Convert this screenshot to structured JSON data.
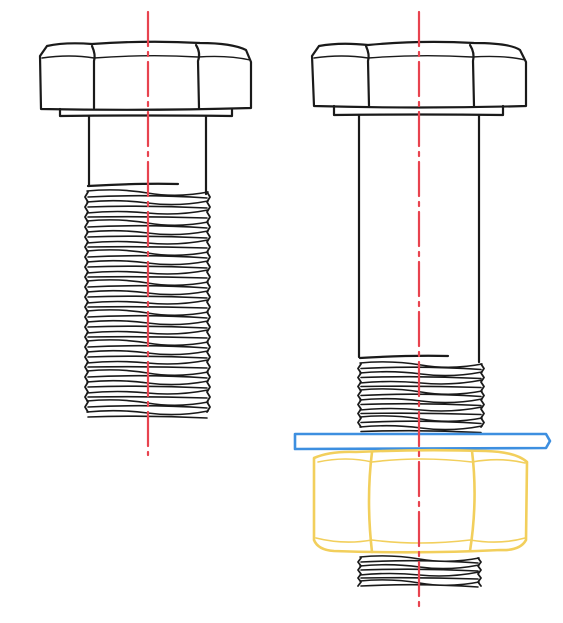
{
  "drawing": {
    "colors": {
      "outline": "#1a1a1a",
      "centerline": "#e8434f",
      "washer": "#3d8fe0",
      "nut": "#f2cf5c",
      "background": "#ffffff"
    },
    "items": [
      {
        "name": "short-bolt",
        "parts": [
          "hex-head",
          "shank",
          "threaded-section",
          "centerline"
        ]
      },
      {
        "name": "long-bolt-assembly",
        "parts": [
          "hex-head",
          "shank",
          "threaded-section",
          "washer",
          "hex-nut",
          "protruding-thread",
          "centerline"
        ]
      }
    ]
  }
}
